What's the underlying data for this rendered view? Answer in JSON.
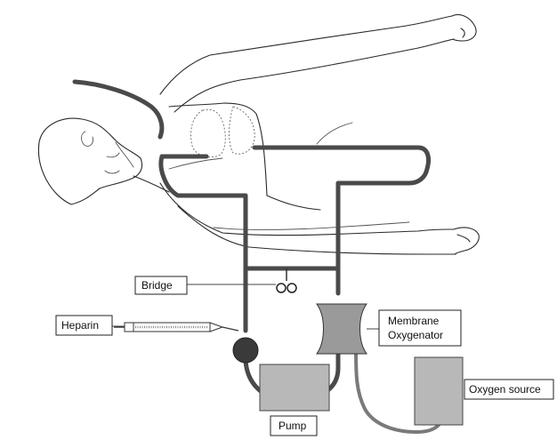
{
  "labels": {
    "bridge": "Bridge",
    "heparin": "Heparin",
    "membrane_line1": "Membrane",
    "membrane_line2": "Oxygenator",
    "pump": "Pump",
    "oxygen_source": "Oxygen source"
  },
  "colors": {
    "tubing": "#4a4a4a",
    "pump_body": "#b8b8b8",
    "oxygen_source": "#b8b8b8",
    "oxygenator": "#9a9a9a",
    "pump_head": "#3a3a3a"
  }
}
